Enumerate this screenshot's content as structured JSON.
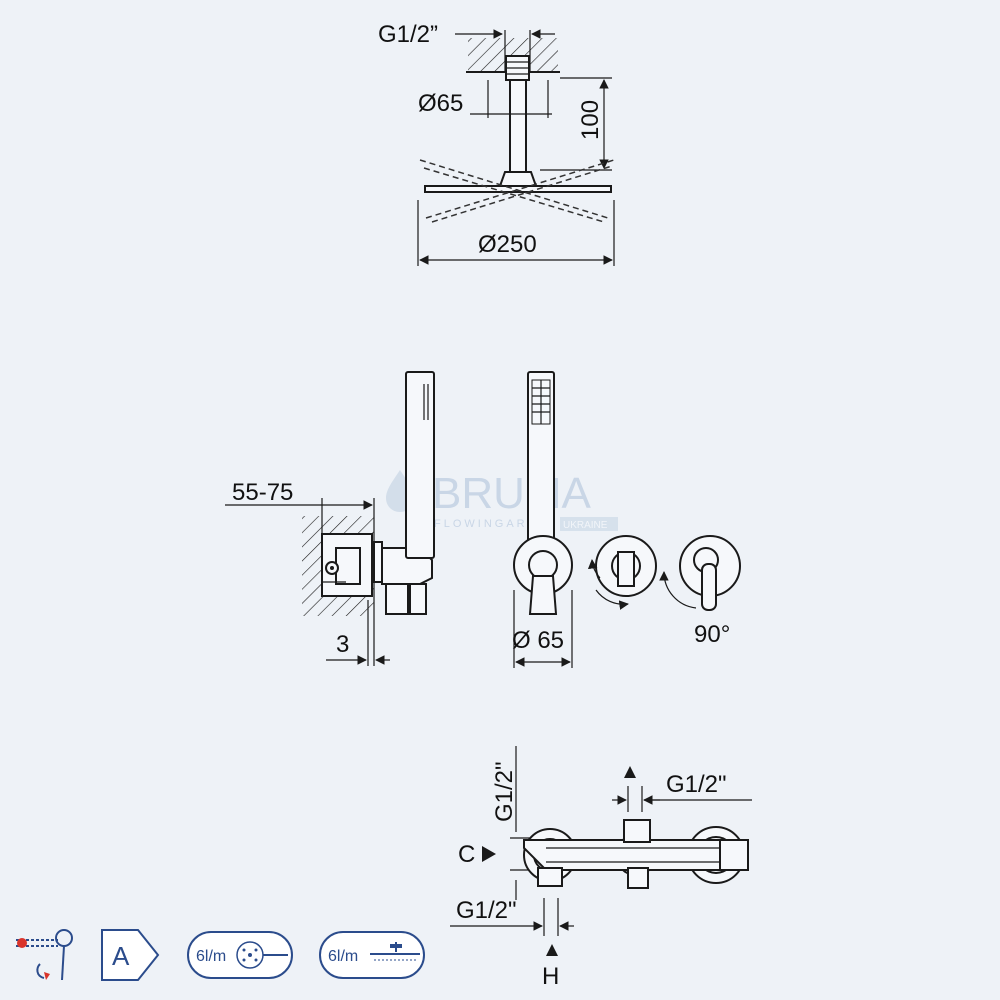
{
  "overhead_shower": {
    "thread_label": "G1/2”",
    "arm_diameter_label": "Ø65",
    "arm_length_label": "100",
    "head_diameter_label": "Ø250"
  },
  "hand_shower": {
    "wall_depth_label": "55-75",
    "offset_label": "3",
    "flange_diameter_label": "Ø 65",
    "rotation_label": "90°"
  },
  "mixer_body": {
    "vertical_thread_label": "G1/2\"",
    "top_thread_label": "G1/2\"",
    "bottom_thread_label": "G1/2\"",
    "cold_port_label": "C",
    "hot_port_label": "H"
  },
  "watermark": {
    "brand": "BRUMA",
    "tagline": "FLOWINGART",
    "region": "UKRAINE",
    "color": "#c9d6e6"
  },
  "badges": {
    "energy_class": "A",
    "hand_flow": "6l/m",
    "head_flow": "6l/m"
  },
  "colors": {
    "background": "#eef2f7",
    "ink": "#1a1a1a",
    "badge_accent": "#d9342b",
    "badge_blue": "#2b4c8c"
  }
}
